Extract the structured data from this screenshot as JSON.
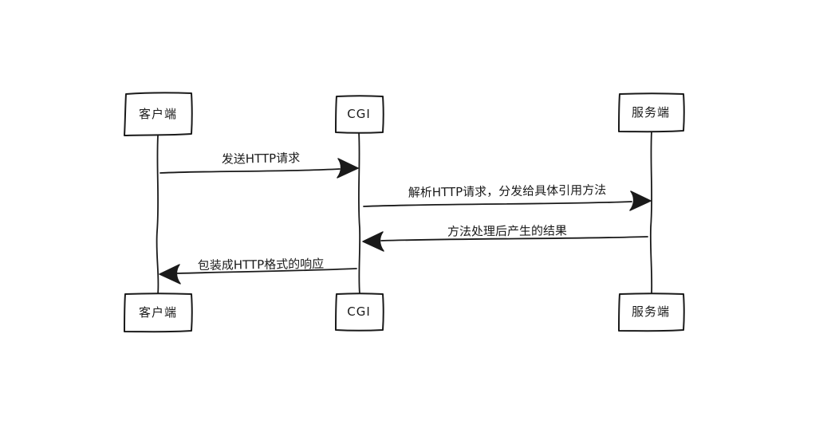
{
  "diagram": {
    "type": "sequence",
    "actors": [
      {
        "id": "client",
        "label": "客户端"
      },
      {
        "id": "cgi",
        "label": "CGI"
      },
      {
        "id": "server",
        "label": "服务端"
      }
    ],
    "messages": [
      {
        "from": "client",
        "to": "cgi",
        "label": "发送HTTP请求"
      },
      {
        "from": "cgi",
        "to": "server",
        "label": "解析HTTP请求，分发给具体引用方法"
      },
      {
        "from": "server",
        "to": "cgi",
        "label": "方法处理后产生的结果"
      },
      {
        "from": "cgi",
        "to": "client",
        "label": "包装成HTTP格式的响应"
      }
    ],
    "colors": {
      "stroke": "#1a1a1a",
      "background": "#ffffff"
    }
  }
}
